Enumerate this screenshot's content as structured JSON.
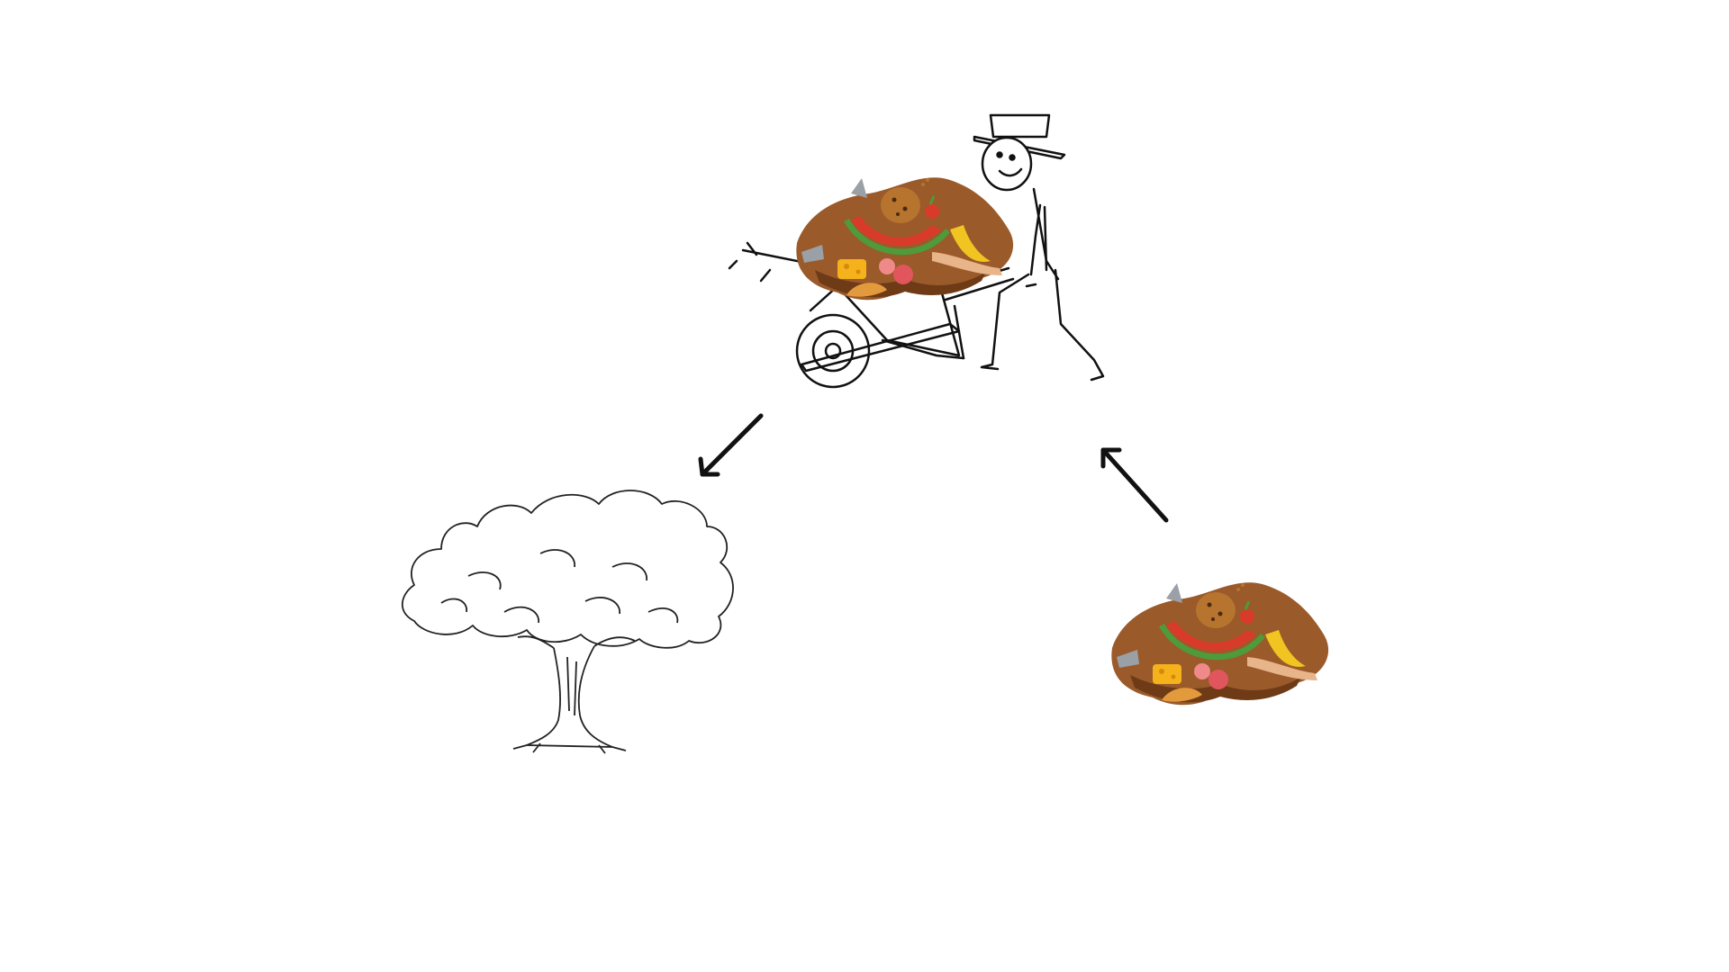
{
  "diagram": {
    "nodes": [
      {
        "id": "gardener",
        "icon": "person-pushing-wheelbarrow-icon"
      },
      {
        "id": "tree",
        "icon": "tree-icon"
      },
      {
        "id": "food-scraps",
        "icon": "food-scraps-pile-icon"
      }
    ],
    "edges": [
      {
        "from": "gardener",
        "to": "tree"
      },
      {
        "from": "food-scraps",
        "to": "gardener"
      }
    ]
  },
  "colors": {
    "ink": "#111111",
    "compost_brown": "#9a5a2a",
    "compost_dark": "#6e3b16",
    "melon_red": "#d93b2b",
    "melon_green": "#4f9a3a",
    "banana_yellow": "#f2c422",
    "cheese_yellow": "#f5b21b",
    "cookie_brown": "#b7742f",
    "bread_orange": "#e39a3c",
    "pink": "#f08a8a",
    "grey": "#9aa0a6"
  }
}
